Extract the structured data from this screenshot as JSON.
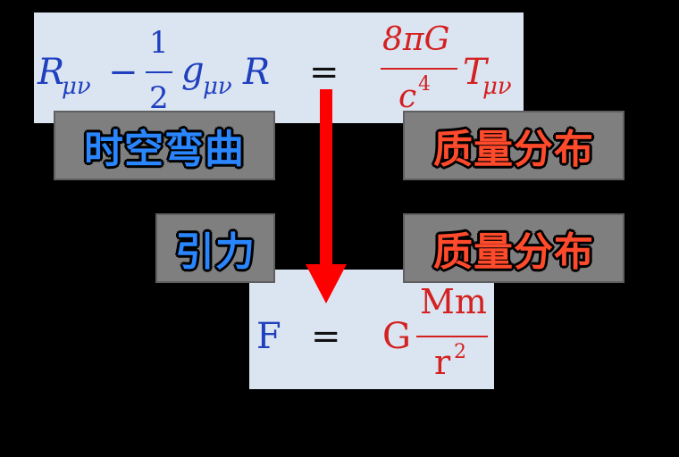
{
  "einstein": {
    "R": "R",
    "mu_nu": "μν",
    "minus": "−",
    "half_num": "1",
    "half_den": "2",
    "g": "g",
    "R2": "R",
    "equals": "=",
    "coef_num": "8πG",
    "coef_den": "c",
    "coef_den_exp": "4",
    "T": "T"
  },
  "newton": {
    "F": "F",
    "equals": "=",
    "G": "G",
    "num": "Mm",
    "den": "r",
    "den_exp": "2"
  },
  "labels": {
    "spacetime_curvature": "时空弯曲",
    "mass_distribution_top": "质量分布",
    "gravity": "引力",
    "mass_distribution_bottom": "质量分布"
  },
  "colors": {
    "panel": "#dbe5f1",
    "blue": "#1f3fbf",
    "red": "#d42020",
    "arrow": "#ff0000"
  }
}
